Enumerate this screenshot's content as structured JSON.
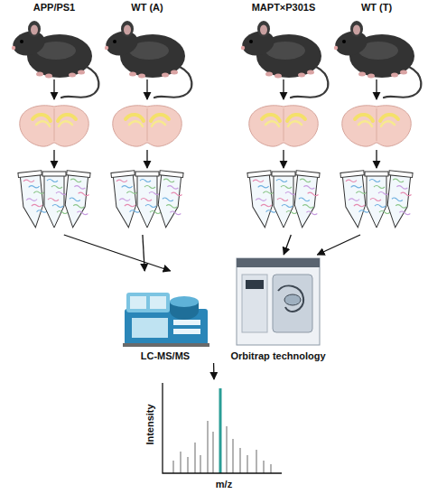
{
  "diagram": {
    "nodes": [
      {
        "text": [
          "APP/PS1"
        ]
      },
      {
        "text": [
          "WT (A)"
        ]
      },
      {
        "text": [
          "MAPT×P301S"
        ]
      },
      {
        "text": [
          "WT (T)"
        ]
      },
      {
        "text": [
          "LC-MS/MS"
        ]
      },
      {
        "text": [
          "Orbitrap technology"
        ]
      },
      {
        "text": [
          "Intensity",
          "m/z"
        ]
      }
    ],
    "edges": [
      {
        "from": 0,
        "to": 4,
        "arrow": "to"
      },
      {
        "from": 1,
        "to": 4,
        "arrow": "to"
      },
      {
        "from": 2,
        "to": 5,
        "arrow": "to"
      },
      {
        "from": 3,
        "to": 5,
        "arrow": "to"
      },
      {
        "from": 4,
        "to": 6,
        "arrow": "to"
      }
    ]
  }
}
